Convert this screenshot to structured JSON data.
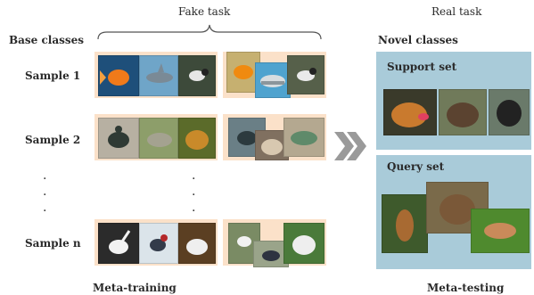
{
  "labels": {
    "fake_task": "Fake task",
    "real_task": "Real task",
    "base_classes": "Base classes",
    "novel_classes": "Novel classes",
    "sample_1": "Sample 1",
    "sample_2": "Sample 2",
    "sample_n": "Sample n",
    "support_set": "Support set",
    "query_set": "Query set",
    "meta_training": "Meta-training",
    "meta_testing": "Meta-testing",
    "ellipsis": "·"
  },
  "rows": [
    {
      "left": [
        "goldfish",
        "shark",
        "bird"
      ],
      "right": [
        "goldfish",
        "shark",
        "bird"
      ]
    },
    {
      "left": [
        "turtle",
        "iguana",
        "hedgehog"
      ],
      "right": [
        "turtle",
        "hedgehog",
        "iguana"
      ]
    },
    {
      "left": [
        "heron",
        "moorhen",
        "dog"
      ],
      "right": [
        "heron",
        "moorhen",
        "dog"
      ]
    }
  ],
  "support_images": [
    "dog",
    "bear",
    "poodle"
  ],
  "query_images": [
    "dog",
    "bear",
    "poodle"
  ],
  "icons": {
    "arrow": "double-chevron-right-icon",
    "brace": "curly-brace-icon"
  }
}
